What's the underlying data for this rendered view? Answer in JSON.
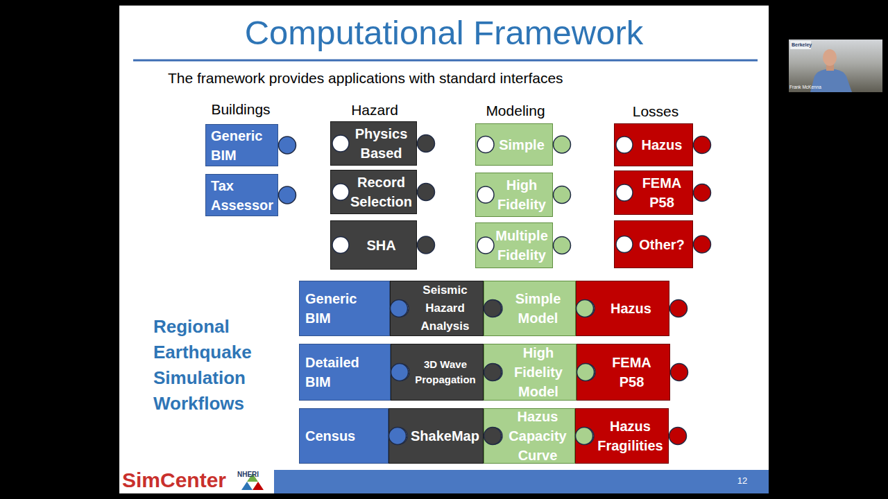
{
  "diagram": {
    "title": "Computational Framework",
    "nodes": [
      {
        "text": [
          "Generic BIM"
        ]
      },
      {
        "text": [
          "Physics Based"
        ]
      },
      {
        "text": [
          "Simple"
        ]
      },
      {
        "text": [
          "Hazus"
        ]
      },
      {
        "text": [
          "Tax Assessor"
        ]
      },
      {
        "text": [
          "Record Selection"
        ]
      },
      {
        "text": [
          "High Fidelity"
        ]
      },
      {
        "text": [
          "FEMA P58"
        ]
      },
      {
        "text": [
          "SHA"
        ]
      },
      {
        "text": [
          "Multiple Fidelity"
        ]
      },
      {
        "text": [
          "Other?"
        ]
      },
      {
        "text": [
          "Generic BIM"
        ]
      },
      {
        "text": [
          "Seismic Hazard Analysis"
        ]
      },
      {
        "text": [
          "Simple Model"
        ]
      },
      {
        "text": [
          "Hazus"
        ]
      },
      {
        "text": [
          "Detailed BIM"
        ]
      },
      {
        "text": [
          "3D Wave Propagation"
        ]
      },
      {
        "text": [
          "High Fidelity Model"
        ]
      },
      {
        "text": [
          "FEMA P58"
        ]
      },
      {
        "text": [
          "Census"
        ]
      },
      {
        "text": [
          "ShakeMap"
        ]
      },
      {
        "text": [
          "Hazus Capacity Curve"
        ]
      },
      {
        "text": [
          "Hazus Fragilities"
        ]
      }
    ],
    "labels": [
      "The framework provides applications with standard interfaces",
      "Buildings",
      "Hazard",
      "Modeling",
      "Losses",
      "Regional Earthquake Simulation Workflows",
      "SimCenter",
      "NHERI",
      "12",
      "Berkeley",
      "Frank McKenna"
    ]
  }
}
